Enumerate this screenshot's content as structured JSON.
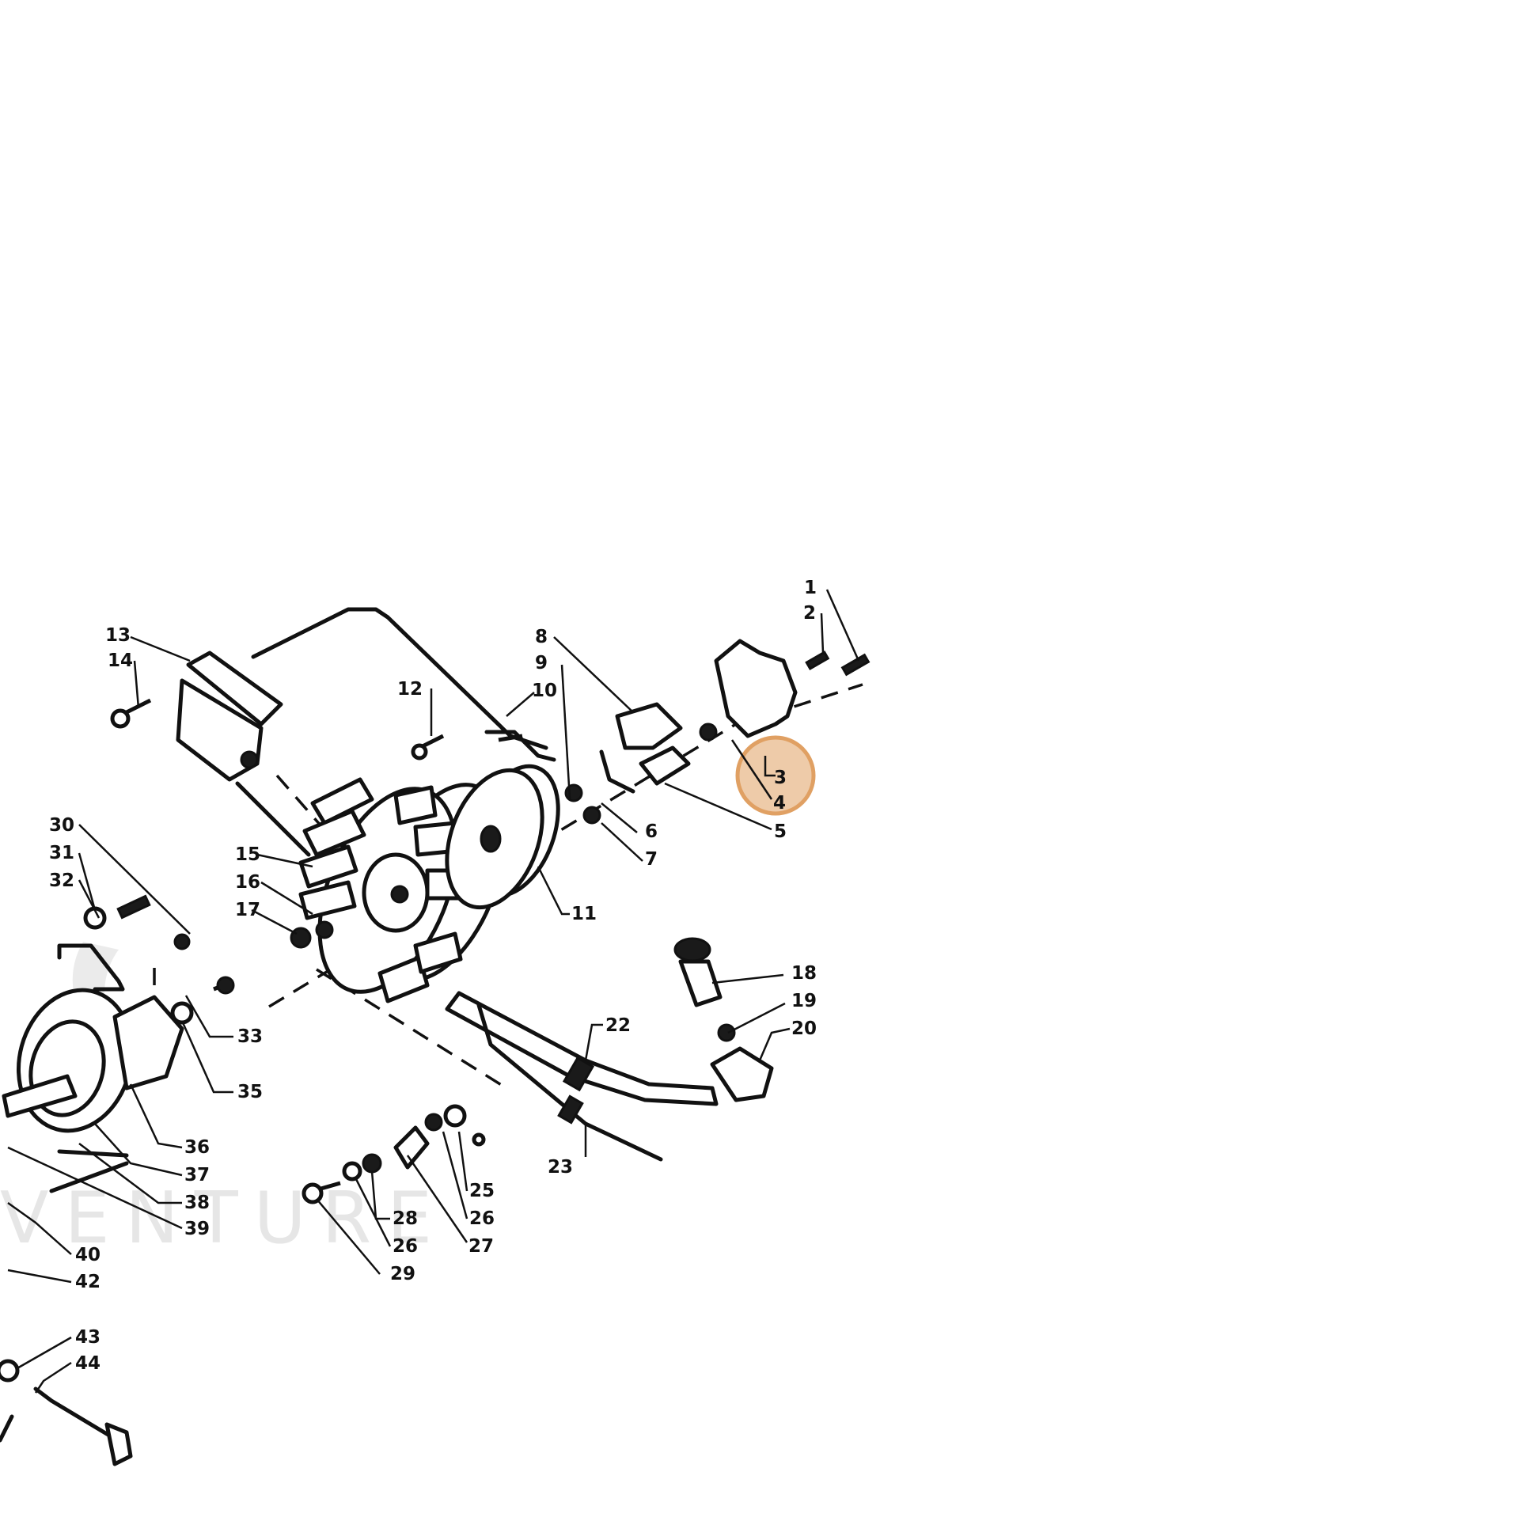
{
  "highlight_color": "#e0a063",
  "watermark": {
    "text": "VENTURE"
  },
  "labels": {
    "p1": "1",
    "p2": "2",
    "p3": "3",
    "p4": "4",
    "p5": "5",
    "p6": "6",
    "p7": "7",
    "p8": "8",
    "p9": "9",
    "p10": "10",
    "p11": "11",
    "p12": "12",
    "p13": "13",
    "p14": "14",
    "p15": "15",
    "p16": "16",
    "p17": "17",
    "p18": "18",
    "p19": "19",
    "p20": "20",
    "p22": "22",
    "p23": "23",
    "p25": "25",
    "p26a": "26",
    "p26b": "26",
    "p27": "27",
    "p28": "28",
    "p29": "29",
    "p30": "30",
    "p31": "31",
    "p32": "32",
    "p33": "33",
    "p35": "35",
    "p36": "36",
    "p37": "37",
    "p38": "38",
    "p39": "39",
    "p40": "40",
    "p42": "42",
    "p43": "43",
    "p44": "44"
  }
}
